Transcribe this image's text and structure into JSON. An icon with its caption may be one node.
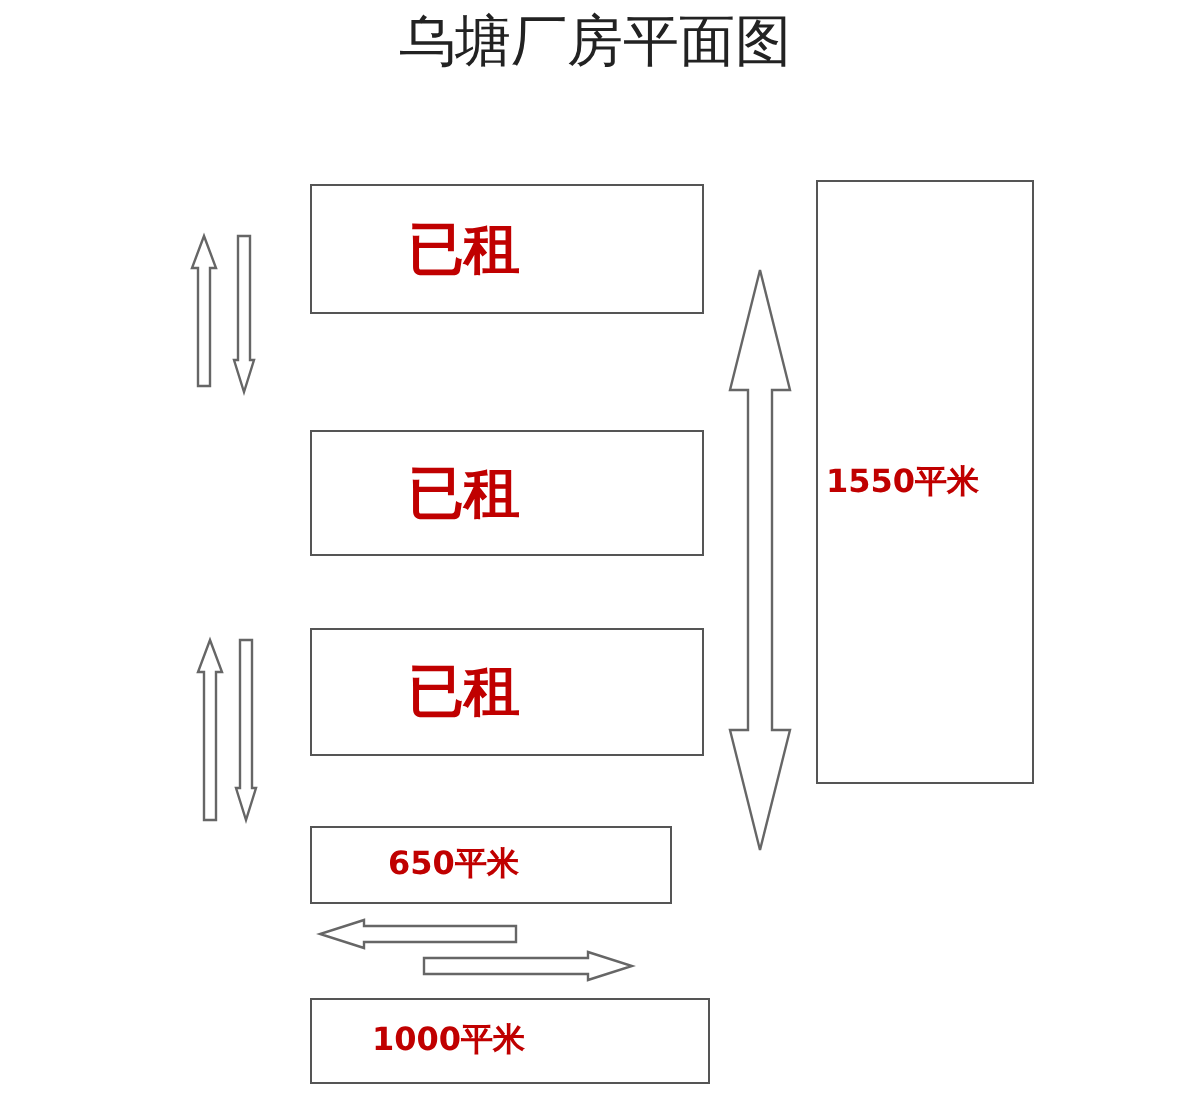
{
  "diagram": {
    "title": "乌塘厂房平面图",
    "nodes": [
      {
        "text": [
          "已租"
        ]
      },
      {
        "text": [
          "已租"
        ]
      },
      {
        "text": [
          "已租"
        ]
      },
      {
        "text": [
          "1550平米"
        ]
      },
      {
        "text": [
          "650平米"
        ]
      },
      {
        "text": [
          "1000平米"
        ]
      }
    ]
  }
}
